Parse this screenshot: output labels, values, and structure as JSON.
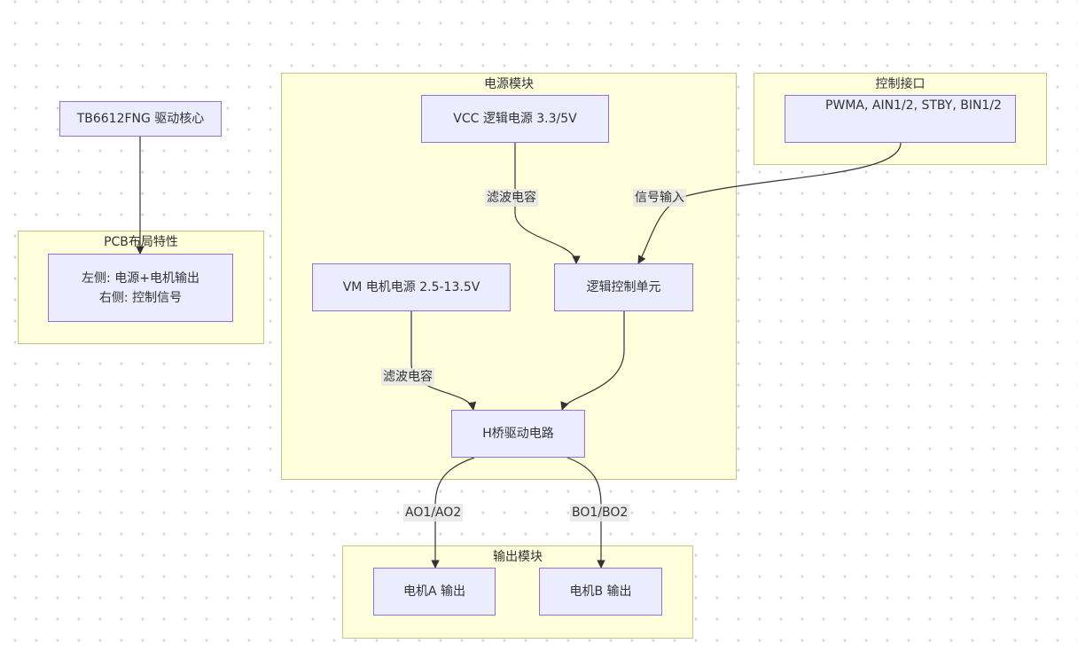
{
  "clusters": {
    "power": {
      "title": "电源模块"
    },
    "control": {
      "title": "控制接口"
    },
    "pcb": {
      "title": "PCB布局特性"
    },
    "output": {
      "title": "输出模块"
    }
  },
  "nodes": {
    "core": {
      "label": "TB6612FNG 驱动核心"
    },
    "vcc": {
      "label": "VCC 逻辑电源 3.3/5V"
    },
    "ctrl_signals": {
      "label": "PWMA, AIN1/2, STBY, BIN1/2"
    },
    "pcb_info": {
      "line1": "左侧: 电源+电机输出",
      "line2": "右侧: 控制信号"
    },
    "vm": {
      "label": "VM 电机电源 2.5-13.5V"
    },
    "logic": {
      "label": "逻辑控制单元"
    },
    "hbridge": {
      "label": "H桥驱动电路"
    },
    "motor_a": {
      "label": "电机A 输出"
    },
    "motor_b": {
      "label": "电机B 输出"
    }
  },
  "edges": {
    "vcc_logic": {
      "label": "滤波电容"
    },
    "ctrl_logic": {
      "label": "信号输入"
    },
    "vm_hbridge": {
      "label": "滤波电容"
    },
    "hbridge_a": {
      "label": "AO1/AO2"
    },
    "hbridge_b": {
      "label": "BO1/BO2"
    }
  }
}
